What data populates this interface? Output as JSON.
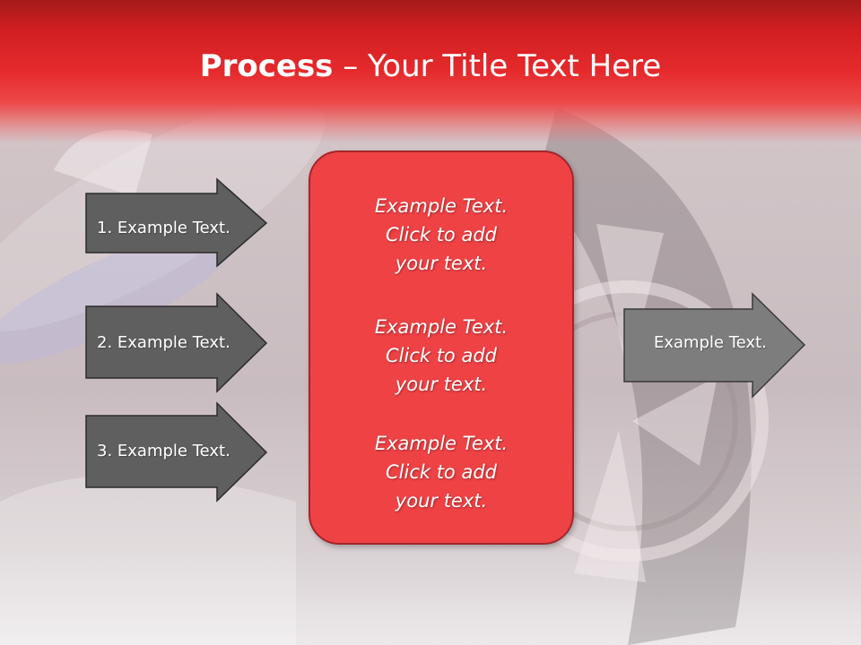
{
  "title": {
    "bold": "Process",
    "rest": " – Your Title Text Here"
  },
  "left_steps": [
    {
      "label": "1. Example Text."
    },
    {
      "label": "2. Example Text."
    },
    {
      "label": "3. Example Text."
    }
  ],
  "center_box": {
    "paragraphs": [
      {
        "lines": [
          "Example Text.",
          "Click  to add",
          "your text."
        ]
      },
      {
        "lines": [
          "Example Text.",
          "Click  to add",
          "your text."
        ]
      },
      {
        "lines": [
          "Example Text.",
          "Click  to add",
          "your text."
        ]
      }
    ]
  },
  "right_arrow": {
    "label": "Example Text."
  },
  "colors": {
    "header_red": "#e52a2c",
    "box_fill": "#ef4245",
    "box_border": "#a3262b",
    "dark_arrow": "#5f5f5f",
    "light_arrow": "#7d7d7d"
  }
}
